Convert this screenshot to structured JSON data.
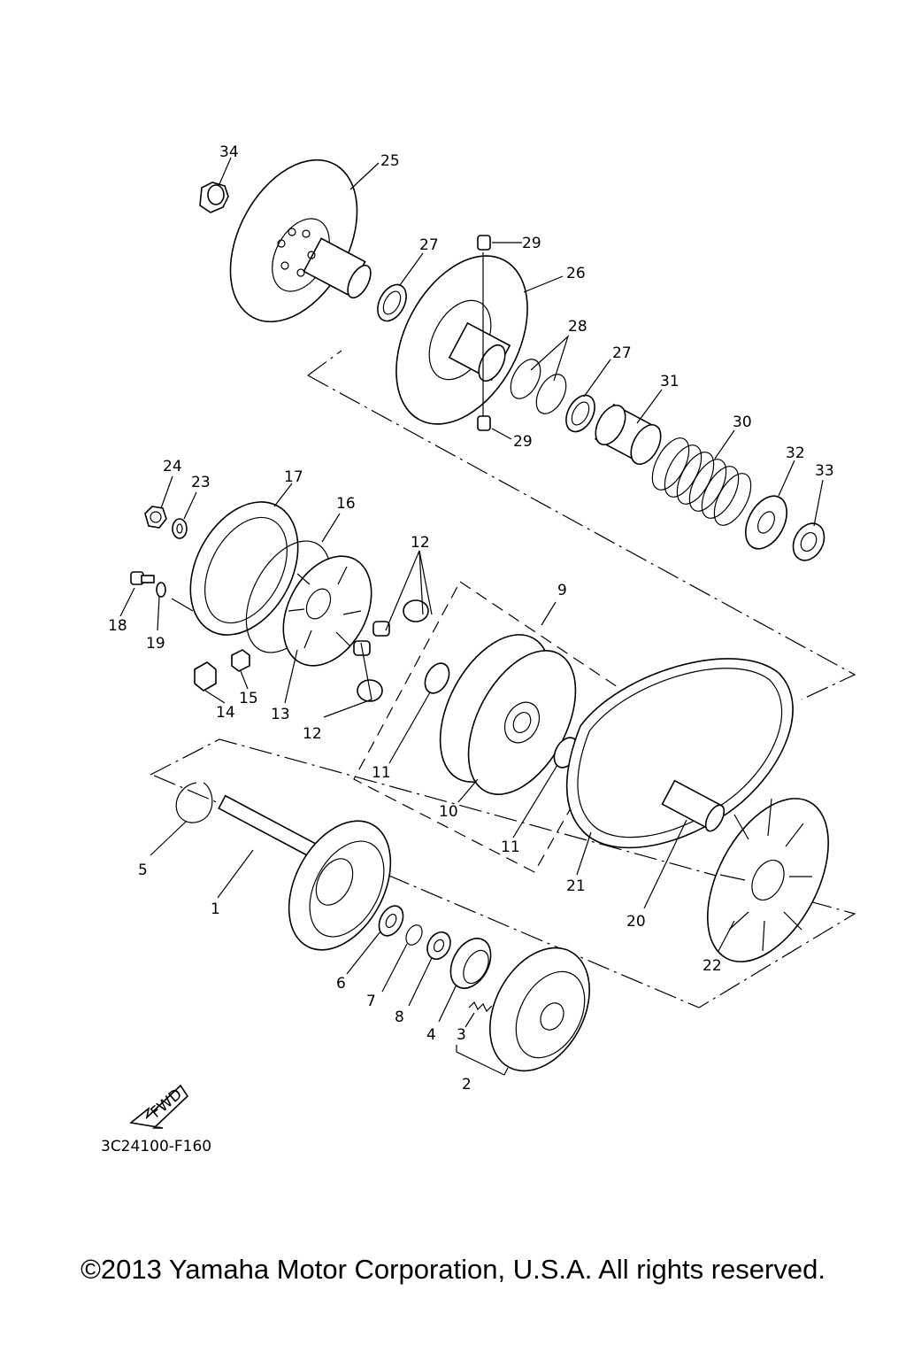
{
  "figure_code": "3C24100-F160",
  "fwd_label": "FWD",
  "copyright": "©2013 Yamaha Motor Corporation, U.S.A. All rights reserved.",
  "callouts": {
    "c1": "1",
    "c2": "2",
    "c3": "3",
    "c4": "4",
    "c5": "5",
    "c6": "6",
    "c7": "7",
    "c8": "8",
    "c9": "9",
    "c10": "10",
    "c11a": "11",
    "c11b": "11",
    "c12a": "12",
    "c12b": "12",
    "c13": "13",
    "c14": "14",
    "c15": "15",
    "c16": "16",
    "c17": "17",
    "c18": "18",
    "c19": "19",
    "c20": "20",
    "c21": "21",
    "c22": "22",
    "c23": "23",
    "c24": "24",
    "c25": "25",
    "c26": "26",
    "c27a": "27",
    "c27b": "27",
    "c28": "28",
    "c29a": "29",
    "c29b": "29",
    "c30": "30",
    "c31": "31",
    "c32": "32",
    "c33": "33",
    "c34": "34"
  }
}
